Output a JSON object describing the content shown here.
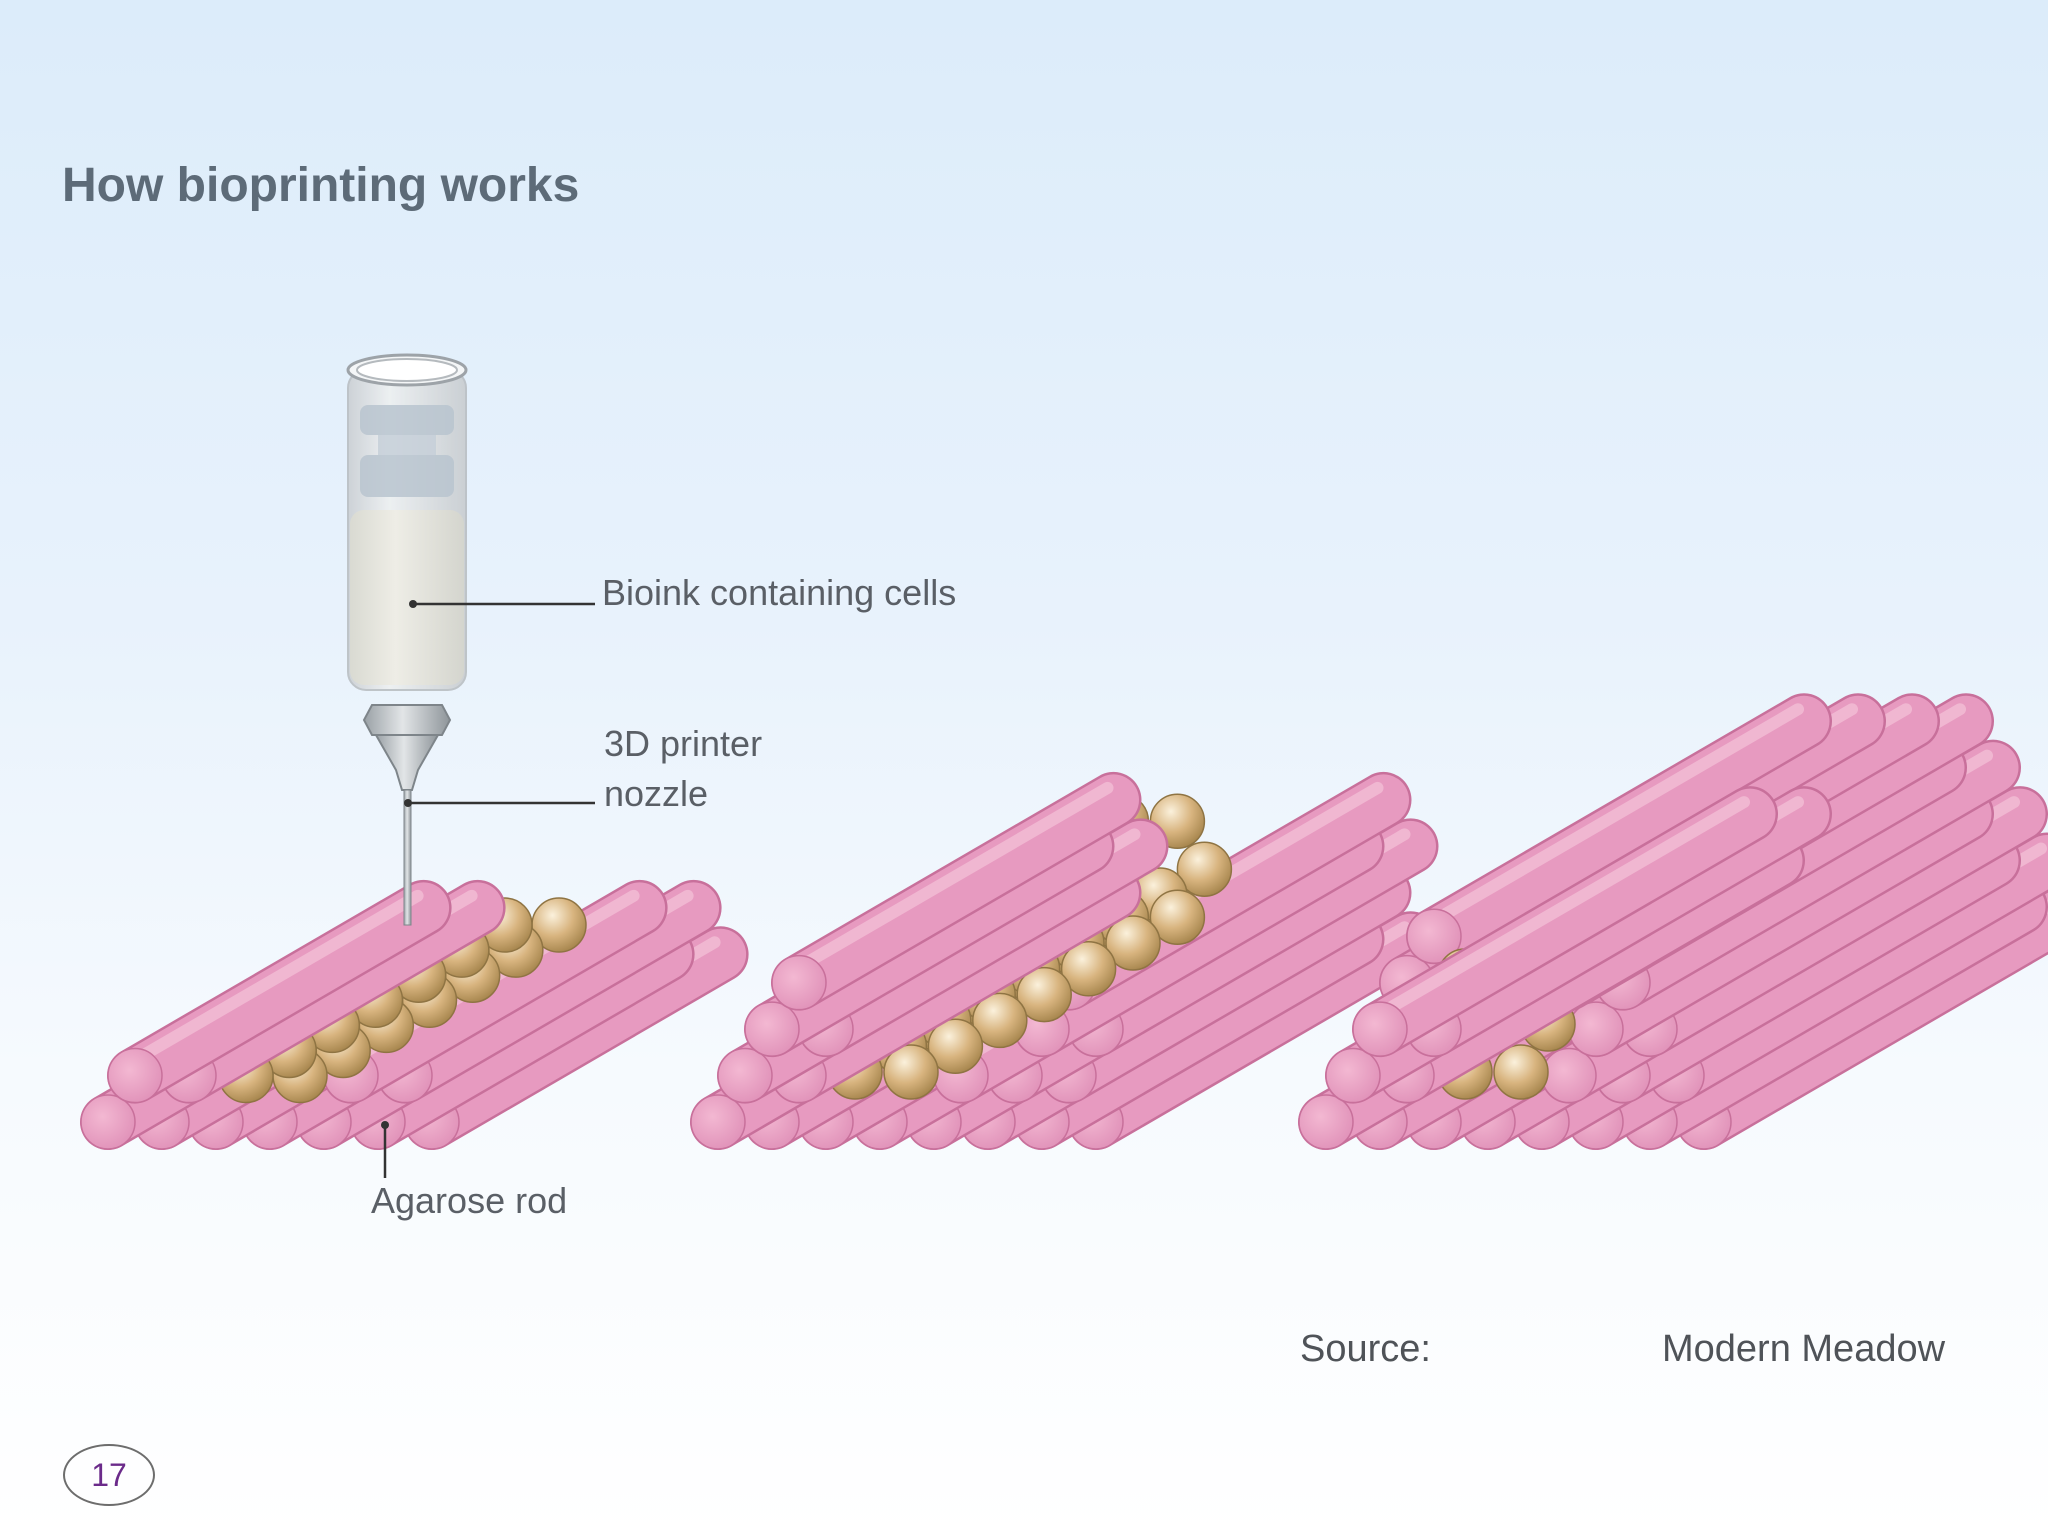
{
  "title": "How bioprinting works",
  "labels": {
    "bioink": "Bioink containing cells",
    "nozzle_line1": "3D printer",
    "nozzle_line2": "nozzle",
    "agarose": "Agarose rod"
  },
  "source": {
    "label": "Source:",
    "name": "Modern Meadow"
  },
  "page_number": "17",
  "colors": {
    "rod": "#e79ac0",
    "rod_light": "#f3bfd6",
    "rod_dark": "#c8709b",
    "cell": "#d7b27a",
    "title": "#5d6b78"
  }
}
